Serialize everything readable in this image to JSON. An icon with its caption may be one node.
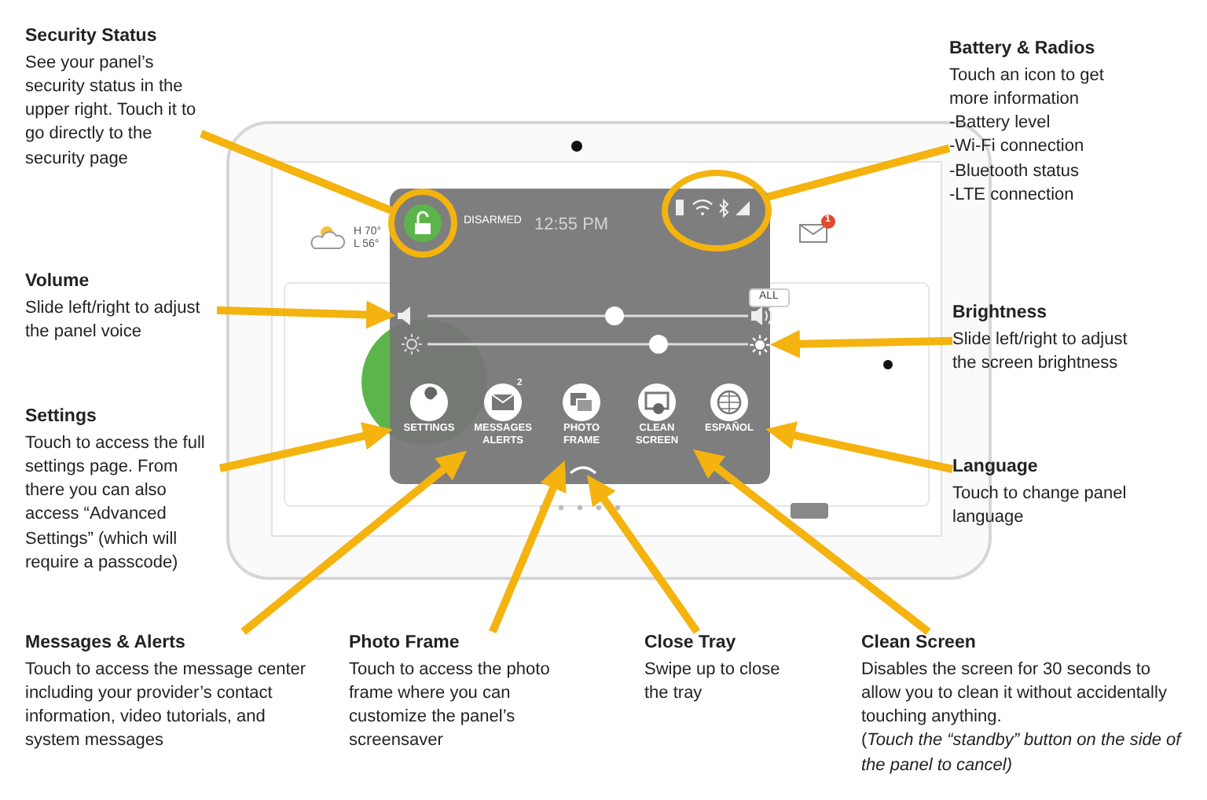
{
  "diagram": {
    "nodes": [
      {
        "text": [
          "Security Status",
          "See your panel’s security status in the upper right.  Touch it to go directly to the security page"
        ]
      },
      {
        "text": [
          "Battery & Radios",
          "Touch an icon to get more information",
          "-Battery level",
          "-Wi-Fi connection",
          "-Bluetooth status",
          "-LTE connection"
        ]
      },
      {
        "text": [
          "Volume",
          "Slide left/right to adjust the panel voice"
        ]
      },
      {
        "text": [
          "Brightness",
          "Slide left/right to adjust the screen brightness"
        ]
      },
      {
        "text": [
          "Settings",
          "Touch to access the full settings page. From there you can also access “Advanced Settings” (which will require a passcode)"
        ]
      },
      {
        "text": [
          "Language",
          "Touch to change panel language"
        ]
      },
      {
        "text": [
          "Messages & Alerts",
          "Touch to access the message center including your provider’s contact information, video tutorials, and system messages"
        ]
      },
      {
        "text": [
          "Photo Frame",
          "Touch to access the photo frame where you can customize the panel’s screensaver"
        ]
      },
      {
        "text": [
          "Close Tray",
          "Swipe up to close the tray"
        ]
      },
      {
        "text": [
          "Clean Screen",
          "Disables the screen for 30 seconds to allow you to clean it without accidentally touching anything.",
          "(*Touch the “standby” button on the side of the panel to cancel)*"
        ]
      },
      {
        "text": [],
        "shape": "circle"
      },
      {
        "text": [],
        "shape": "circle"
      },
      {
        "text": [
          "SETTINGS"
        ]
      },
      {
        "text": [
          "MESSAGES ALERTS"
        ]
      },
      {
        "text": [
          "PHOTO FRAME"
        ]
      },
      {
        "text": [
          "CLEAN SCREEN"
        ]
      },
      {
        "text": [
          "ESPAÑOL"
        ]
      },
      {
        "text": [],
        "shape": "picture"
      },
      {
        "text": [],
        "shape": "picture"
      },
      {
        "text": [],
        "shape": "picture"
      }
    ],
    "edges": [
      {
        "from": 0,
        "to": 10,
        "arrow": "none"
      },
      {
        "from": 1,
        "to": 11,
        "arrow": "none"
      },
      {
        "from": 2,
        "to": 17,
        "arrow": "to"
      },
      {
        "from": 3,
        "to": 18,
        "arrow": "to"
      },
      {
        "from": 4,
        "to": 12,
        "arrow": "to"
      },
      {
        "from": 5,
        "to": 16,
        "arrow": "to"
      },
      {
        "from": 6,
        "to": 13,
        "arrow": "to"
      },
      {
        "from": 7,
        "to": 14,
        "arrow": "to"
      },
      {
        "from": 8,
        "to": 19,
        "arrow": "to"
      },
      {
        "from": 9,
        "to": 15,
        "arrow": "to"
      }
    ],
    "labels": [
      "H 70°",
      "L 56°",
      "DISARMED",
      "12:55 PM",
      "ALL",
      "2",
      "1"
    ]
  }
}
